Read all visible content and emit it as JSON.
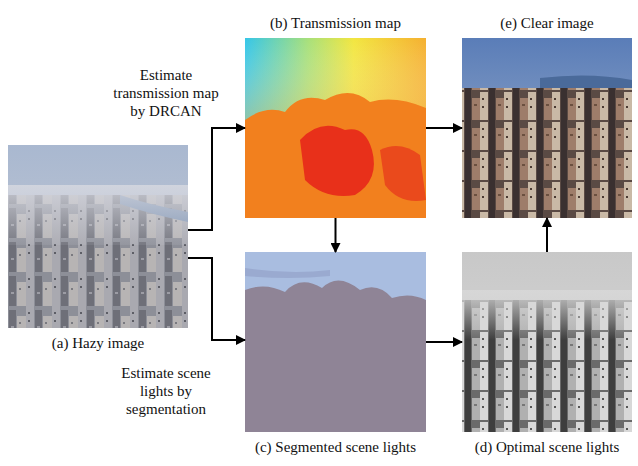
{
  "diagram": {
    "nodes": [
      {
        "text": [
          "(a) Hazy image"
        ]
      },
      {
        "text": [
          "(b) Transmission map"
        ]
      },
      {
        "text": [
          "(c) Segmented scene lights"
        ]
      },
      {
        "text": [
          "(d) Optimal scene lights"
        ]
      },
      {
        "text": [
          "(e) Clear image"
        ]
      }
    ],
    "edges": [
      {
        "from": 0,
        "to": 1,
        "arrow": "to",
        "label": "Estimate transmission map by DRCAN"
      },
      {
        "from": 0,
        "to": 2,
        "arrow": "to",
        "label": "Estimate scene lights by segmentation"
      },
      {
        "from": 1,
        "to": 4,
        "arrow": "to"
      },
      {
        "from": 1,
        "to": 2,
        "arrow": "to"
      },
      {
        "from": 2,
        "to": 3,
        "arrow": "to"
      },
      {
        "from": 3,
        "to": 4,
        "arrow": "to"
      }
    ]
  }
}
